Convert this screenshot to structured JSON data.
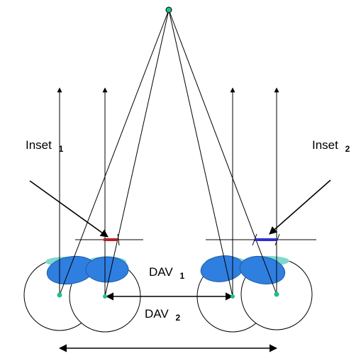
{
  "labels": {
    "inset1": {
      "text": "Inset",
      "sub": "1"
    },
    "inset2": {
      "text": "Inset",
      "sub": "2"
    },
    "dav1": {
      "text": "DAV",
      "sub": "1"
    },
    "dav2": {
      "text": "DAV",
      "sub": "2"
    }
  },
  "colors": {
    "line": "#000000",
    "iris": "#2f7fe0",
    "iris_edge": "#1f5ca8",
    "cornea": "#7fd8d0",
    "pupil": "#1fbf8f",
    "inset_left": "#b22222",
    "inset_right": "#3030d0"
  }
}
